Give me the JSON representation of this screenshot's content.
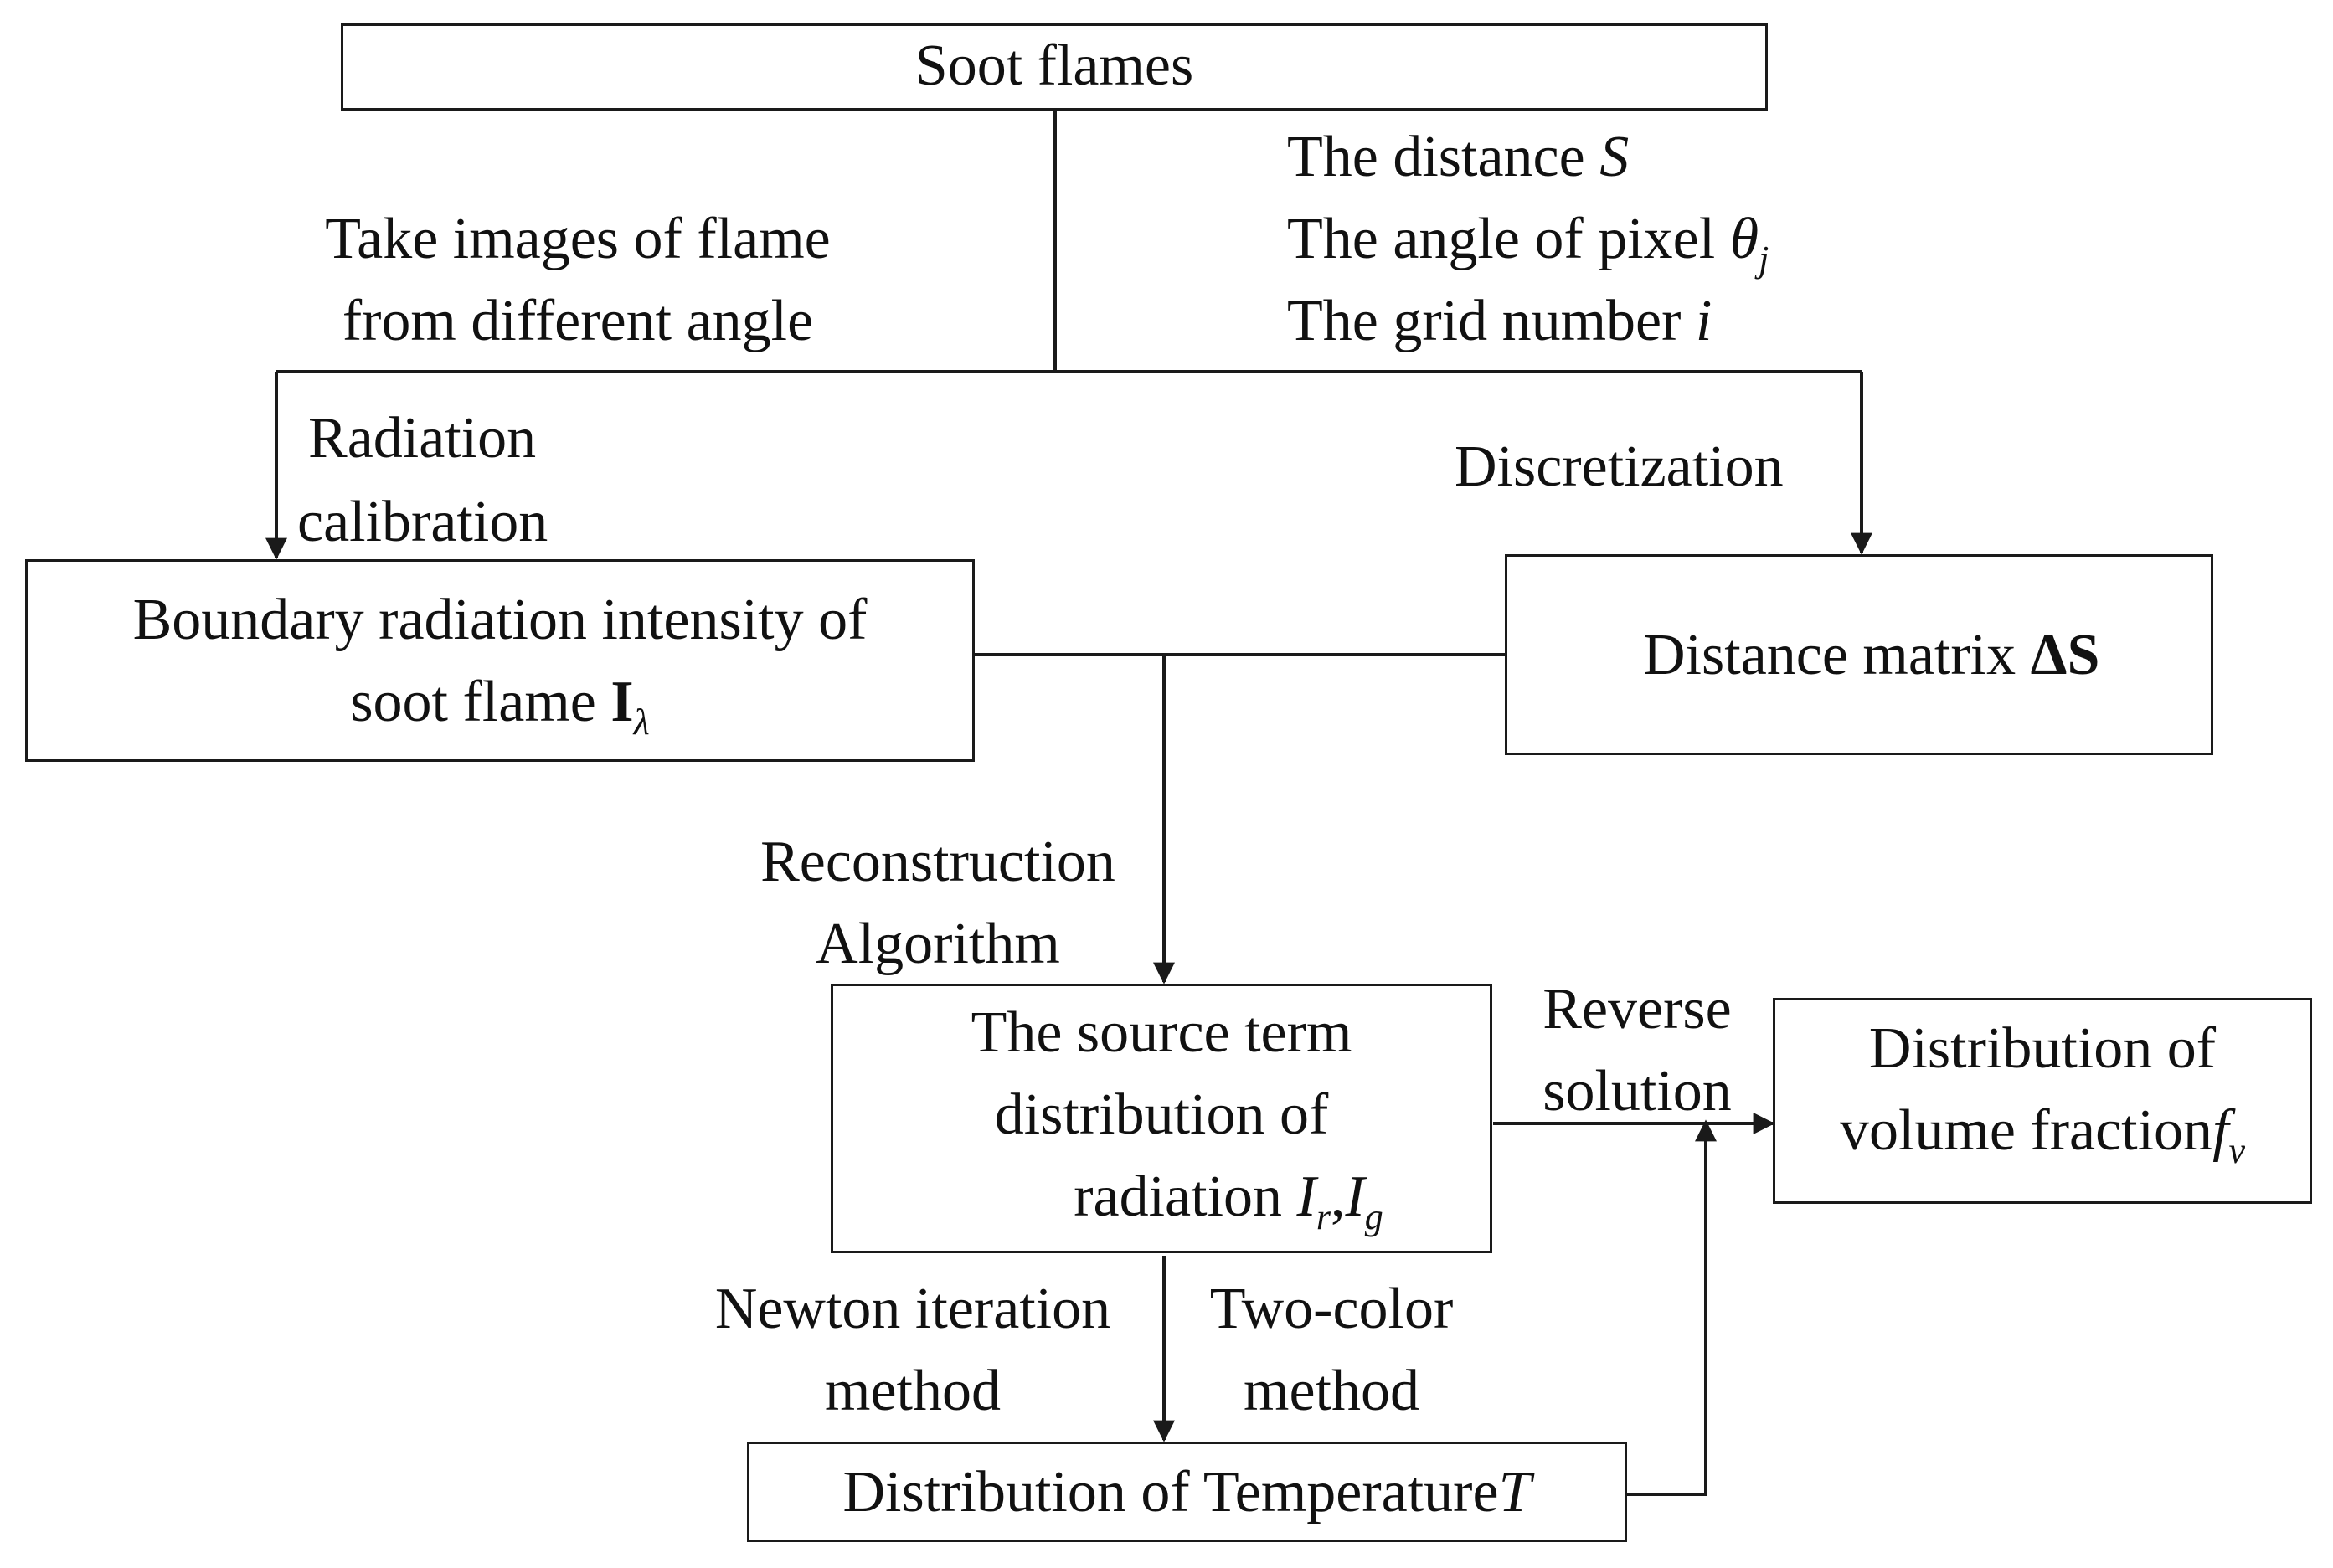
{
  "boxes": {
    "soot_flames": "Soot flames",
    "boundary": {
      "line1": "Boundary radiation intensity of",
      "line2_prefix": "soot flame ",
      "symbol": "I",
      "symbol_sub": "λ"
    },
    "distance_matrix": {
      "prefix": "Distance matrix ",
      "symbol": "ΔS"
    },
    "source_term": {
      "line1": "The source term",
      "line2": "distribution of",
      "line3_prefix": "radiation ",
      "sym1": "I",
      "sub1": "r",
      "sep": ",",
      "sym2": "I",
      "sub2": "g"
    },
    "volume_fraction": {
      "line1": "Distribution of",
      "line2_prefix": "volume fraction",
      "symbol": "f",
      "symbol_sub": "v"
    },
    "temperature": {
      "prefix": "Distribution of Temperature",
      "symbol": "T"
    }
  },
  "labels": {
    "take_images": {
      "line1": "Take images of flame",
      "line2": "from different angle"
    },
    "params": {
      "distance_prefix": "The distance ",
      "distance_sym": "S",
      "angle_prefix": "The angle of pixel ",
      "angle_sym": "θ",
      "angle_sub": "j",
      "grid_prefix": "The grid number ",
      "grid_sym": "i"
    },
    "radiation_calibration": {
      "line1": "Radiation",
      "line2": "calibration"
    },
    "discretization": "Discretization",
    "reconstruction": {
      "line1": "Reconstruction",
      "line2": "Algorithm"
    },
    "reverse_solution": {
      "line1": "Reverse",
      "line2": "solution"
    },
    "newton": {
      "line1": "Newton iteration",
      "line2": "method"
    },
    "two_color": {
      "line1": "Two-color",
      "line2": "method"
    }
  }
}
